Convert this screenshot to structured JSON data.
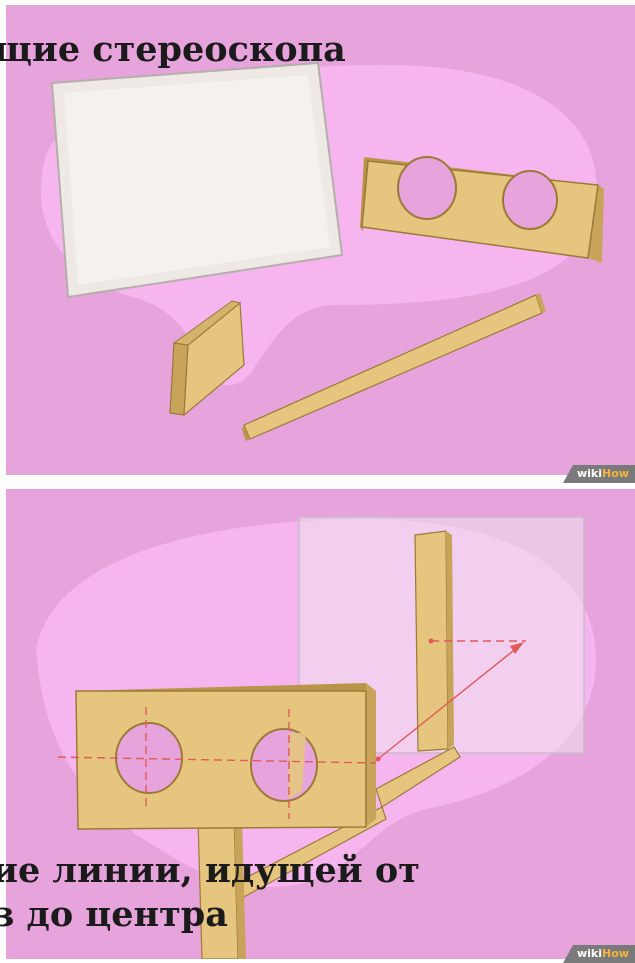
{
  "steps": [
    {
      "caption": "щие стереоскопа",
      "watermark": {
        "prefix": "wiki",
        "suffix": "How"
      }
    },
    {
      "caption_line1": "ие линии, идущей от",
      "caption_line2": "з до центра",
      "watermark": {
        "prefix": "wiki",
        "suffix": "How"
      }
    }
  ],
  "colors": {
    "panel_background": "#e7a3dc",
    "blob": "#f7b5ef",
    "wood": "#e6c67e",
    "wood_edge": "#b9954a",
    "guide_line": "#e05a5a"
  }
}
